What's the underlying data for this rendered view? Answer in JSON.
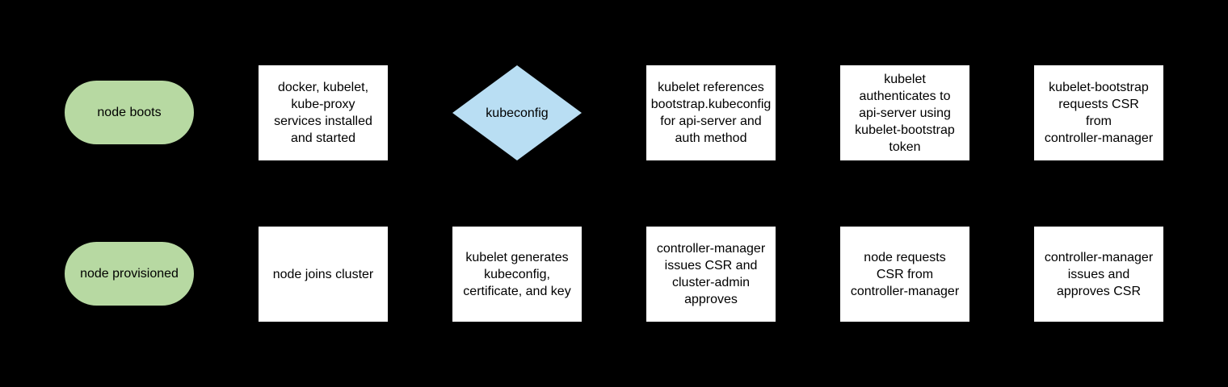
{
  "diagram": {
    "title": "kubernetes node bootstrap flowchart",
    "background": "#000000",
    "rows": 2,
    "columns": 6
  },
  "colors": {
    "background": "#000000",
    "box_fill": "#ffffff",
    "pill_fill": "#b7d9a2",
    "diamond_fill": "#b9def3",
    "text": "#000000"
  },
  "nodes": [
    {
      "id": "node-boots",
      "type": "terminator-pill",
      "row": 1,
      "col": 1,
      "text": "node boots"
    },
    {
      "id": "services-installed",
      "type": "process-box",
      "row": 1,
      "col": 2,
      "text": "docker, kubelet,\nkube-proxy\nservices installed\nand started"
    },
    {
      "id": "kubeconfig-decision",
      "type": "decision-diamond",
      "row": 1,
      "col": 3,
      "text": "kubeconfig"
    },
    {
      "id": "kubelet-references-bootstrap",
      "type": "process-box",
      "row": 1,
      "col": 4,
      "text": "kubelet references\nbootstrap.kubeconfig\nfor api-server and\nauth method"
    },
    {
      "id": "kubelet-authenticates",
      "type": "process-box",
      "row": 1,
      "col": 5,
      "text": "kubelet\nauthenticates to\napi-server using\nkubelet-bootstrap\ntoken"
    },
    {
      "id": "kubelet-bootstrap-requests-csr",
      "type": "process-box",
      "row": 1,
      "col": 6,
      "text": "kubelet-bootstrap\nrequests CSR\nfrom\ncontroller-manager"
    },
    {
      "id": "node-provisioned",
      "type": "terminator-pill",
      "row": 2,
      "col": 1,
      "text": "node provisioned"
    },
    {
      "id": "node-joins-cluster",
      "type": "process-box",
      "row": 2,
      "col": 2,
      "text": "node joins cluster"
    },
    {
      "id": "kubelet-generates",
      "type": "process-box",
      "row": 2,
      "col": 3,
      "text": "kubelet generates\nkubeconfig,\ncertificate, and key"
    },
    {
      "id": "cm-issues-csr-cluster-admin",
      "type": "process-box",
      "row": 2,
      "col": 4,
      "text": "controller-manager\nissues CSR and\ncluster-admin\napproves"
    },
    {
      "id": "node-requests-csr",
      "type": "process-box",
      "row": 2,
      "col": 5,
      "text": "node requests\nCSR from\ncontroller-manager"
    },
    {
      "id": "cm-issues-approves-csr",
      "type": "process-box",
      "row": 2,
      "col": 6,
      "text": "controller-manager\nissues and\napproves CSR"
    }
  ]
}
